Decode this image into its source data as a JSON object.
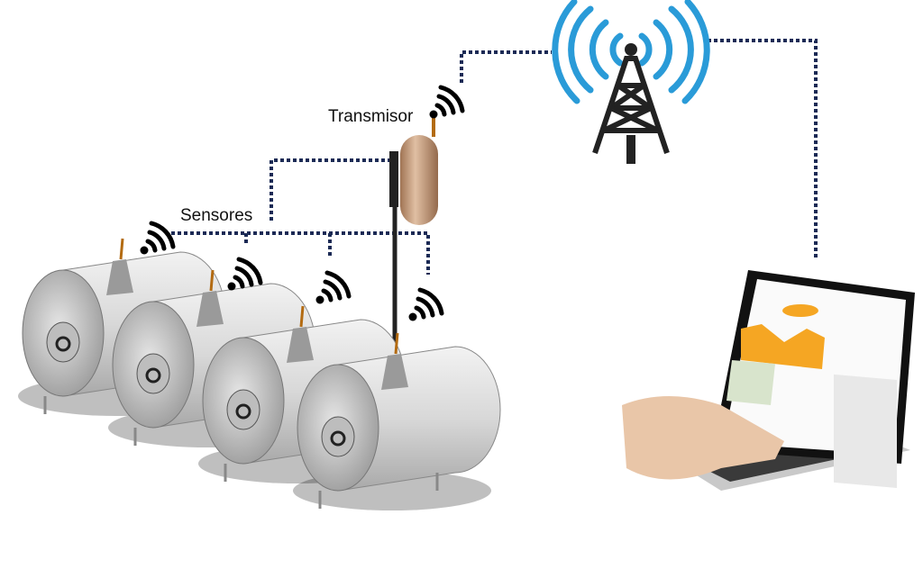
{
  "labels": {
    "transmitter": "Transmisor",
    "sensors": "Sensores"
  },
  "colors": {
    "link": "#1b2a55",
    "tower_waves": "#2a9bd8",
    "tank": "#d4d4d4",
    "transmitter": "#c49a78",
    "chart_fill": "#f5a623"
  },
  "tanks": [
    {
      "id": "tank-1"
    },
    {
      "id": "tank-2"
    },
    {
      "id": "tank-3"
    },
    {
      "id": "tank-4"
    }
  ]
}
